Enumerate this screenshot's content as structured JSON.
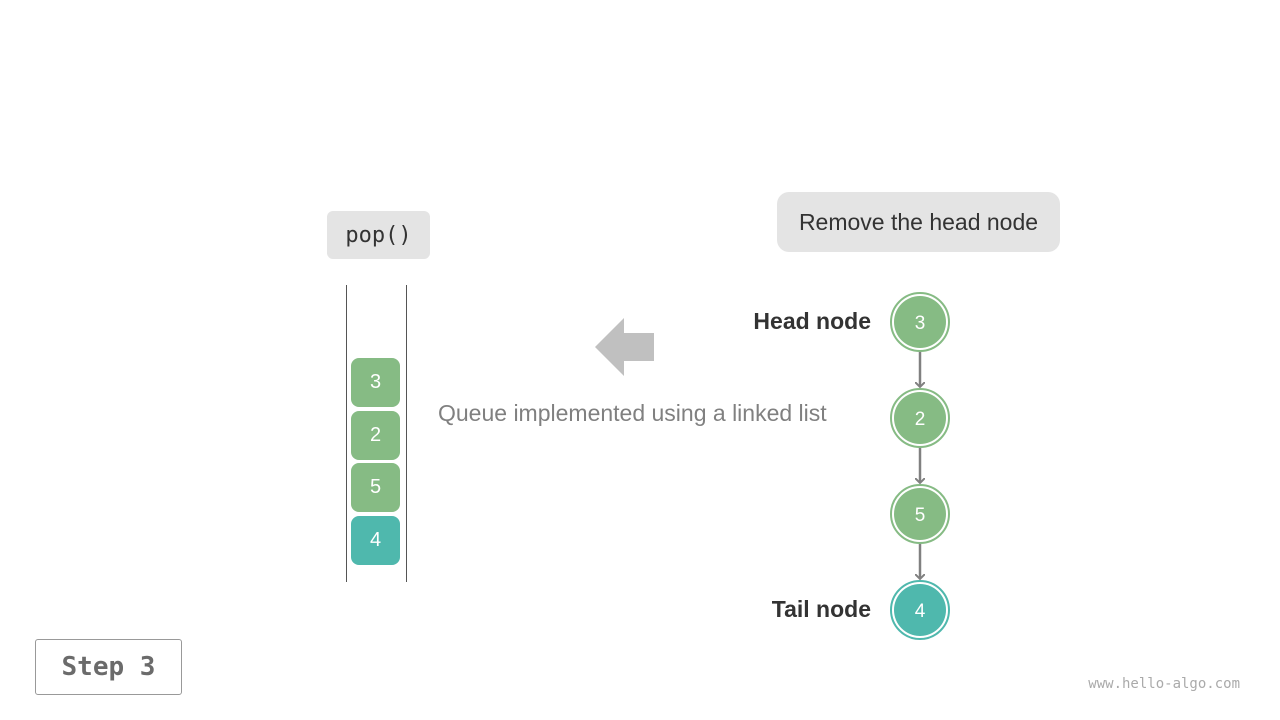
{
  "operation": {
    "label": "pop()"
  },
  "description": {
    "label": "Remove the head node"
  },
  "caption": "Queue implemented using a linked list",
  "queue": {
    "items": [
      {
        "value": "3",
        "color": "#86bb84"
      },
      {
        "value": "2",
        "color": "#86bb84"
      },
      {
        "value": "5",
        "color": "#86bb84"
      },
      {
        "value": "4",
        "color": "#4fb8ad"
      }
    ]
  },
  "linked_list": {
    "head_label": "Head node",
    "tail_label": "Tail node",
    "nodes": [
      {
        "value": "3",
        "color": "#86bb84"
      },
      {
        "value": "2",
        "color": "#86bb84"
      },
      {
        "value": "5",
        "color": "#86bb84"
      },
      {
        "value": "4",
        "color": "#4fb8ad"
      }
    ]
  },
  "step": {
    "label": "Step 3"
  },
  "watermark": "www.hello-algo.com",
  "colors": {
    "green_node": "#86bb84",
    "teal_node": "#4fb8ad",
    "arrow_gray": "#c0c0c0",
    "edge_gray": "#808080"
  }
}
